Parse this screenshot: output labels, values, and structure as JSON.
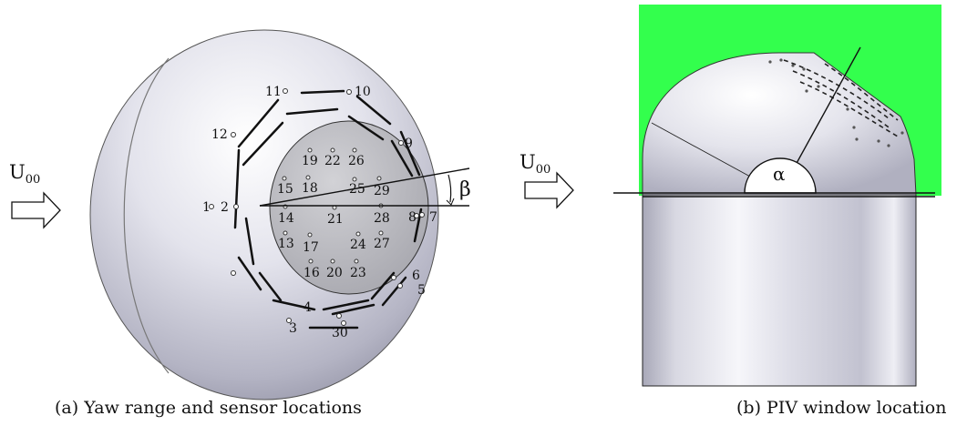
{
  "panel_a": {
    "caption": "(a) Yaw range and sensor locations",
    "flow_label": "U",
    "flow_subscript": "00",
    "angle_label": "β",
    "sensor_labels": [
      "1",
      "2",
      "3",
      "4",
      "5",
      "6",
      "7",
      "8",
      "9",
      "10",
      "11",
      "12",
      "13",
      "14",
      "15",
      "16",
      "17",
      "18",
      "19",
      "20",
      "21",
      "22",
      "23",
      "24",
      "25",
      "26",
      "27",
      "28",
      "29",
      "30"
    ]
  },
  "panel_b": {
    "caption": "(b) PIV window location",
    "flow_label": "U",
    "flow_subscript": "00",
    "angle_label": "α",
    "piv_window_color": "#33ff4d"
  },
  "colors": {
    "body_light": "#f4f4fa",
    "body_mid": "#c9c9d6",
    "body_dark": "#8e8ea0",
    "inner_disc": "#b7b7bd",
    "line": "#111111"
  }
}
